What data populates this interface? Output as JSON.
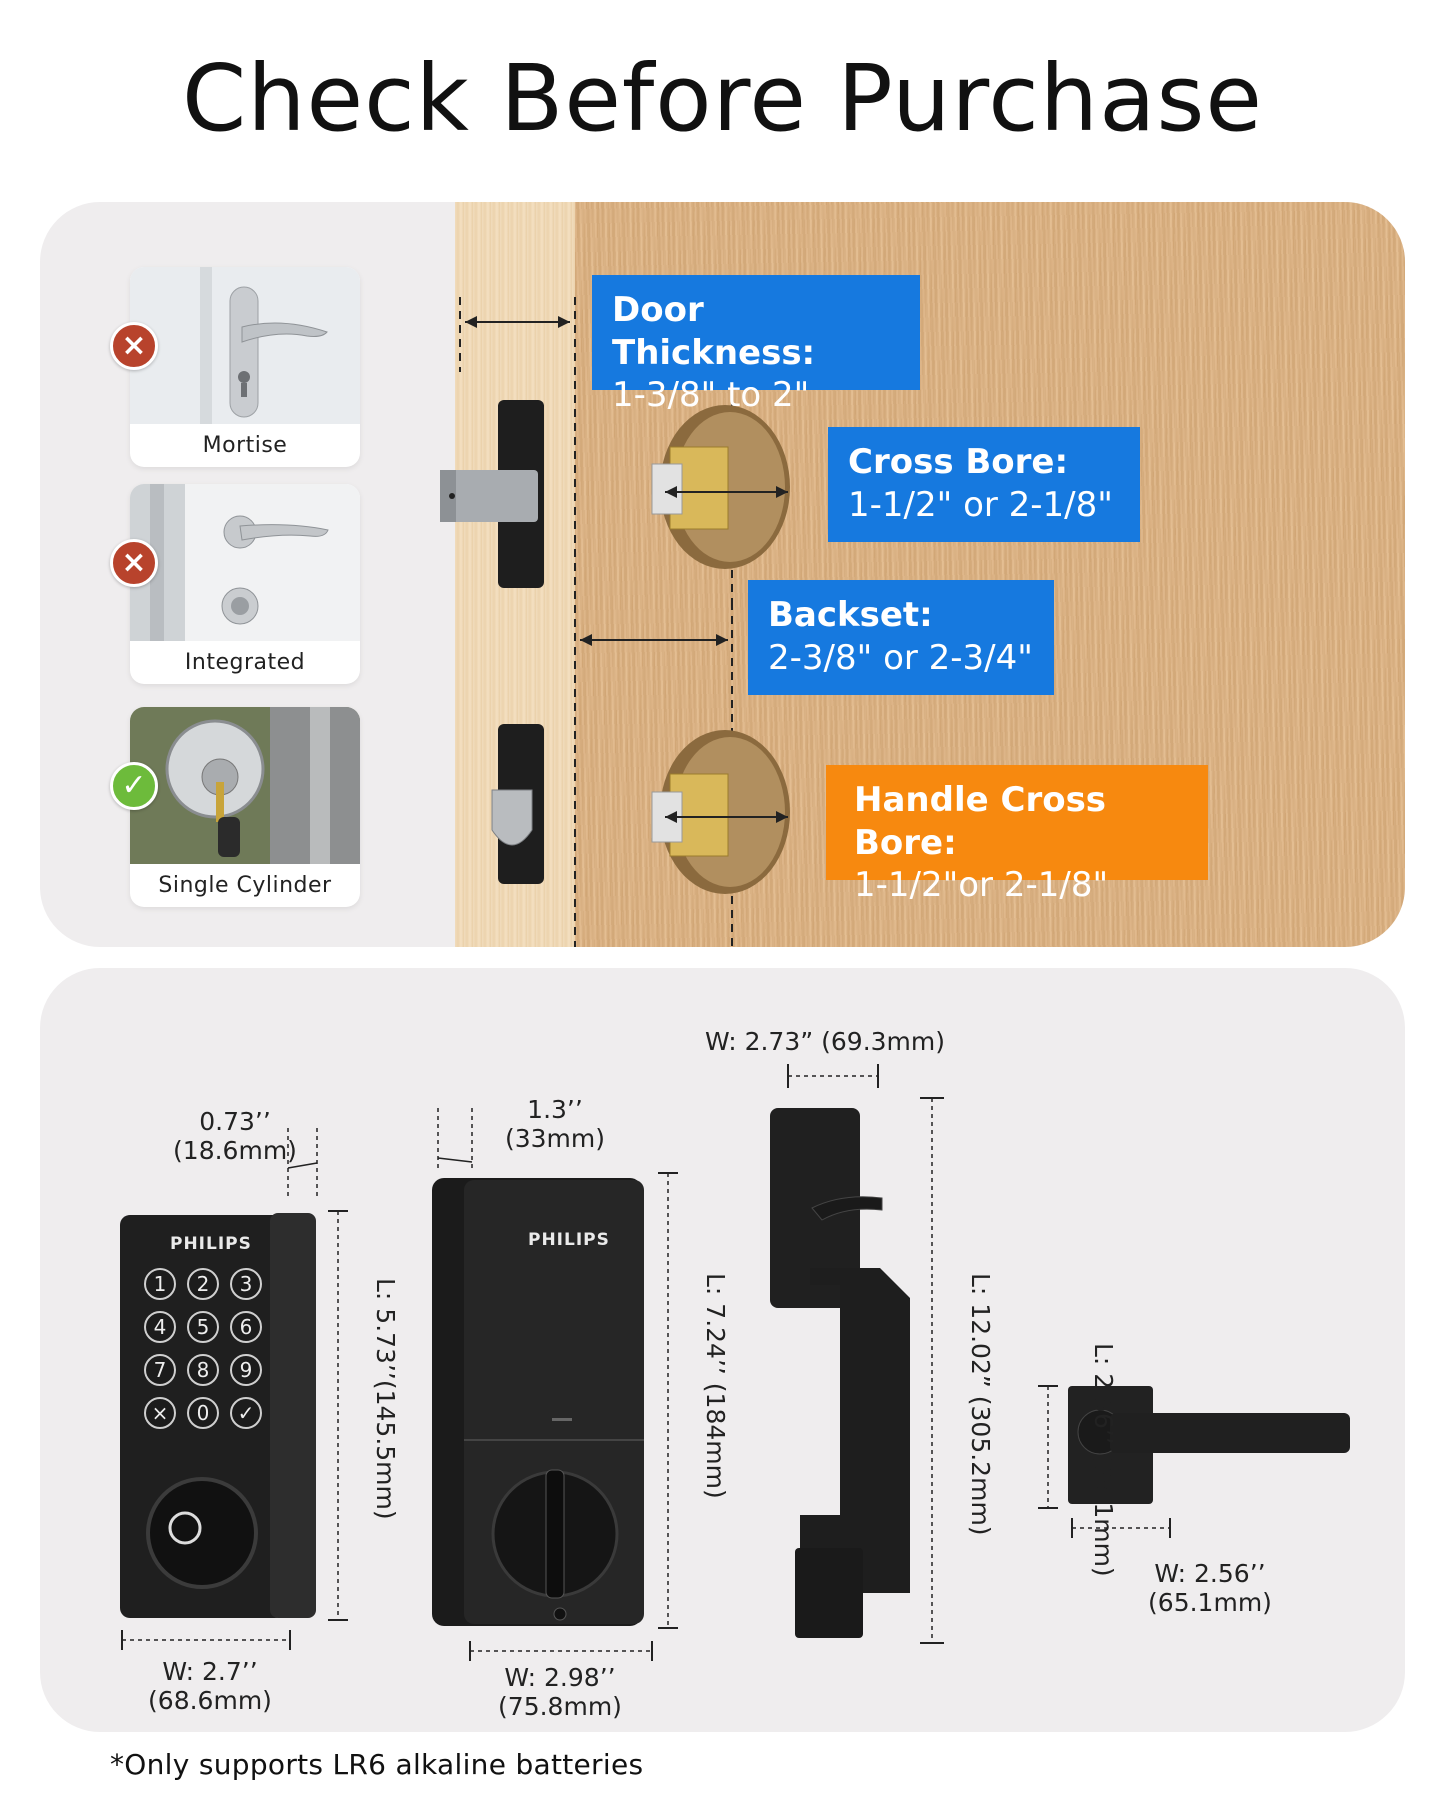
{
  "title": "Check Before Purchase",
  "lock_types": [
    {
      "label": "Mortise",
      "compatible": false,
      "icon": "cross-icon"
    },
    {
      "label": "Integrated",
      "compatible": false,
      "icon": "cross-icon"
    },
    {
      "label": "Single Cylinder",
      "compatible": true,
      "icon": "check-icon"
    }
  ],
  "callouts": {
    "door_thickness": {
      "heading": "Door Thickness:",
      "value": "1-3/8\" to 2\""
    },
    "cross_bore": {
      "heading": "Cross Bore:",
      "value": "1-1/2\" or 2-1/8\""
    },
    "backset": {
      "heading": "Backset:",
      "value": "2-3/8\" or 2-3/4\""
    },
    "handle_cross_bore": {
      "heading": "Handle Cross Bore:",
      "value": "1-1/2\"or 2-1/8\""
    }
  },
  "colors": {
    "callout_blue": "#1679df",
    "callout_orange": "#f7890f",
    "panel": "#efedee"
  },
  "keypad": {
    "brand": "PHILIPS",
    "keys": [
      "1",
      "2",
      "3",
      "4",
      "5",
      "6",
      "7",
      "8",
      "9",
      "×",
      "0",
      "✓"
    ],
    "depth_line1": "0.73’’",
    "depth_line2": "(18.6mm)",
    "length": "L: 5.73’’(145.5mm)",
    "width_line1": "W: 2.7’’",
    "width_line2": "(68.6mm)"
  },
  "interior": {
    "brand": "PHILIPS",
    "depth_line1": "1.3’’",
    "depth_line2": "(33mm)",
    "length": "L: 7.24’’ (184mm)",
    "width_line1": "W: 2.98’’",
    "width_line2": "(75.8mm)"
  },
  "handleset": {
    "width": "W: 2.73” (69.3mm)",
    "length": "L: 12.02” (305.2mm)"
  },
  "lever": {
    "length": "L: 2.56’’ (65.1mm)",
    "width": "W: 2.56’’ (65.1mm)"
  },
  "footnote": "*Only supports LR6 alkaline batteries"
}
